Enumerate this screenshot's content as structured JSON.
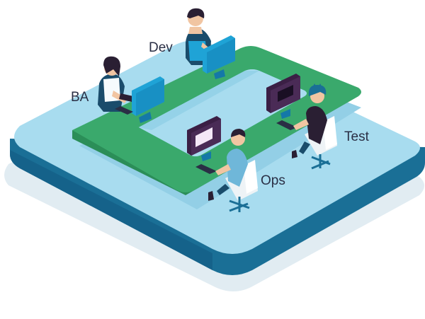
{
  "diagram": {
    "roles": [
      {
        "id": "dev",
        "label": "Dev"
      },
      {
        "id": "ba",
        "label": "BA"
      },
      {
        "id": "test",
        "label": "Test"
      },
      {
        "id": "ops",
        "label": "Ops"
      }
    ]
  },
  "colors": {
    "platform_top": "#a8dcef",
    "platform_side": "#1a6f96",
    "platform_shadow": "#d8e7ef",
    "desk_top": "#3aa96c",
    "desk_side": "#4aa0c8",
    "monitor": "#1fa3d6",
    "monitor_dark": "#3b1f45",
    "chair": "#eef3f6"
  }
}
